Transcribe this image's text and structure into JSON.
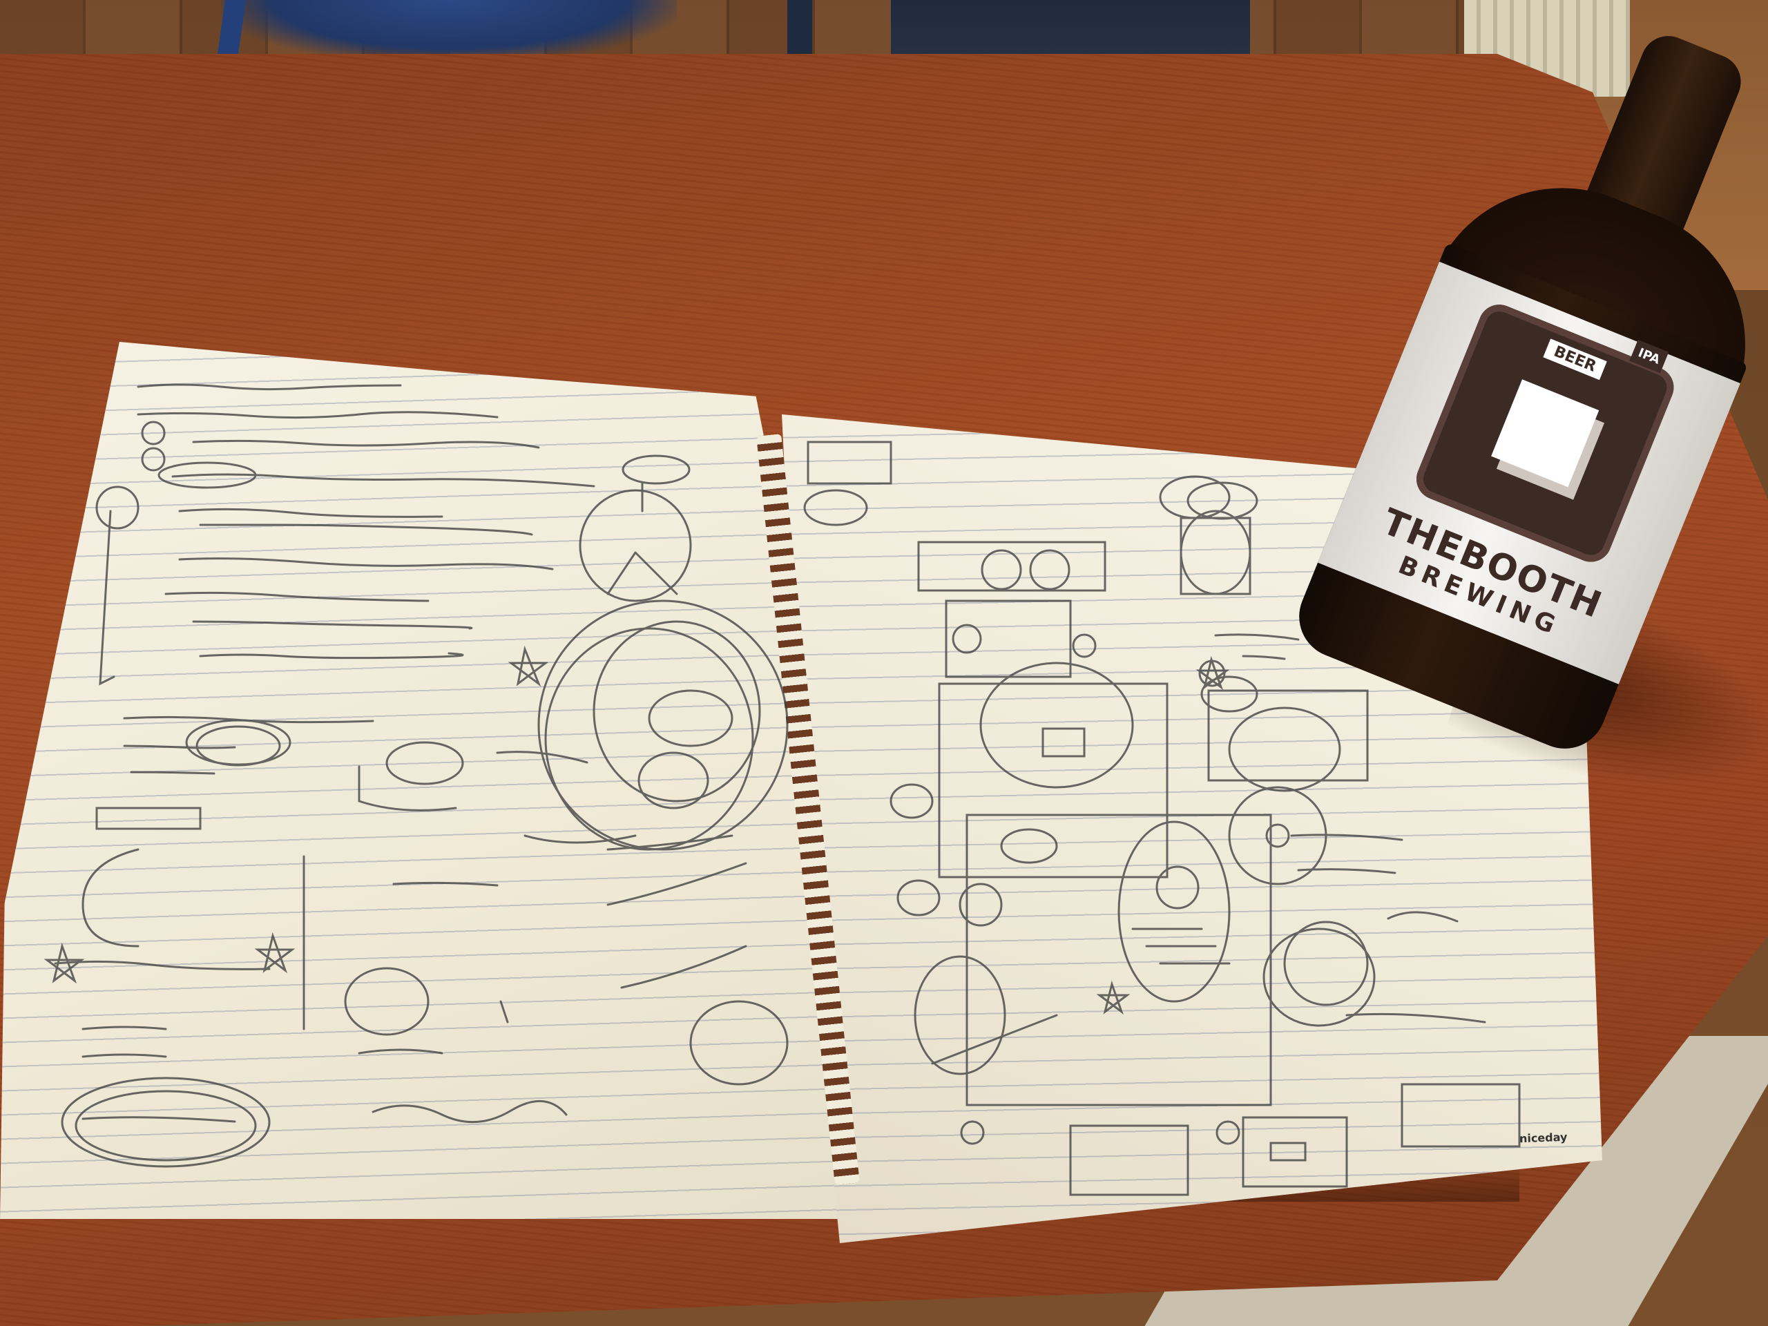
{
  "notebook": {
    "brand": "niceday"
  },
  "bottle": {
    "ipa_tag": "IPA",
    "badge_text": "BEER",
    "brand": "THEBOOTH",
    "brewing": "BREWING"
  },
  "colors": {
    "table": "#9a4320",
    "paper": "#f3eedf",
    "ink": "#3a3a3a",
    "bottle_glass": "#2e1a0d",
    "label": "#f4f2ef",
    "badge": "#3c2a24"
  }
}
